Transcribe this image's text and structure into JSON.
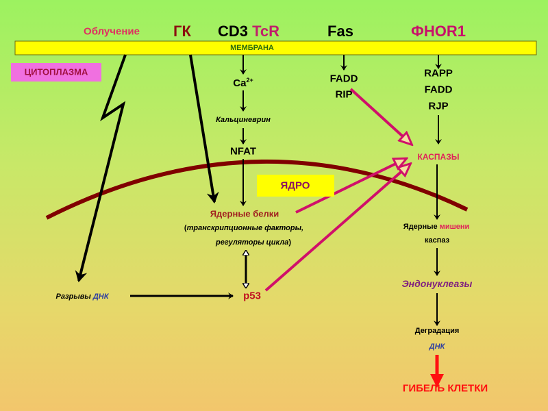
{
  "top_labels": {
    "irradiation": "Облучение",
    "gk": "ГК",
    "cd3": "CD3",
    "tcr": "TcR",
    "fas": "Fas",
    "fhor1": "ФHOR1"
  },
  "membrane": "МЕМБРАНА",
  "cytoplasm": "ЦИТОПЛАЗМА",
  "nucleus": "ЯДРО",
  "cd3_path": {
    "ca": "Ca",
    "ca_sup": "2+",
    "calcineurin": "Кальциневрин",
    "nfat": "NFAT"
  },
  "fas_path": [
    "FADD",
    "RIP"
  ],
  "fhor1_path": [
    "RAPP",
    "FADD",
    "RJP"
  ],
  "caspases": "КАСПАЗЫ",
  "nuclear_proteins": {
    "title": "Ядерные белки",
    "line1_open": "(",
    "line1": "транскрипционные факторы,",
    "line2": "регуляторы цикла",
    "line2_close": ")"
  },
  "dna_breaks": {
    "word": "Разрывы",
    "dna": "ДНК"
  },
  "p53": "p53",
  "targets": {
    "word": "Ядерные",
    "targets": "мишени",
    "caspase": "каспаз"
  },
  "endonucleases": "Эндонуклеазы",
  "degradation": {
    "word": "Деградация",
    "dna": "ДНК"
  },
  "cell_death": "ГИБЕЛЬ КЛЕТКИ",
  "colors": {
    "membrane": "#ffff00",
    "nucleus_border": "#800000",
    "pink_arrow": "#d0106a",
    "death": "#ff1010"
  }
}
